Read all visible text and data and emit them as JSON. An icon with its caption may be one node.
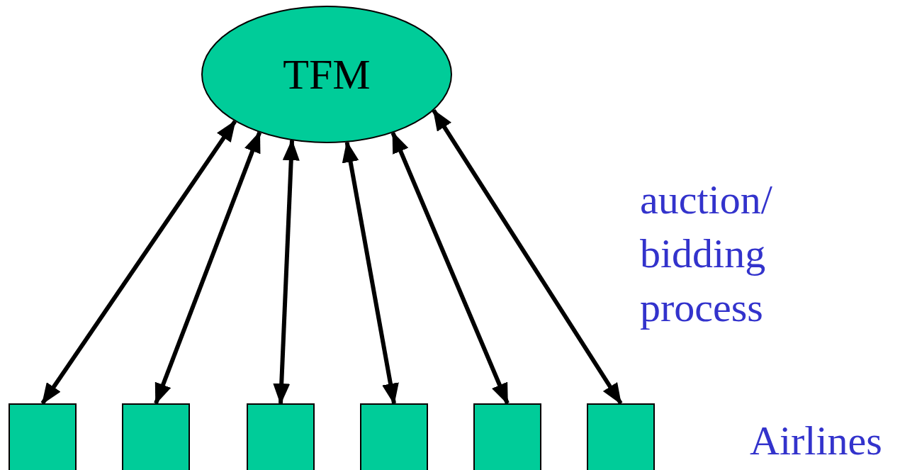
{
  "diagram": {
    "nodes": [
      {
        "text": [
          "TFM"
        ]
      },
      {
        "text": [],
        "shape": "box"
      },
      {
        "text": [],
        "shape": "box"
      },
      {
        "text": [],
        "shape": "box"
      },
      {
        "text": [],
        "shape": "box"
      },
      {
        "text": [],
        "shape": "box"
      },
      {
        "text": [],
        "shape": "box"
      }
    ],
    "edges": [
      {
        "from": 1,
        "to": 0,
        "arrow": "both"
      },
      {
        "from": 2,
        "to": 0,
        "arrow": "both"
      },
      {
        "from": 3,
        "to": 0,
        "arrow": "both"
      },
      {
        "from": 4,
        "to": 0,
        "arrow": "both"
      },
      {
        "from": 5,
        "to": 0,
        "arrow": "both"
      },
      {
        "from": 6,
        "to": 0,
        "arrow": "both"
      }
    ],
    "labels": [
      "auction/ bidding process",
      "Airlines"
    ]
  }
}
